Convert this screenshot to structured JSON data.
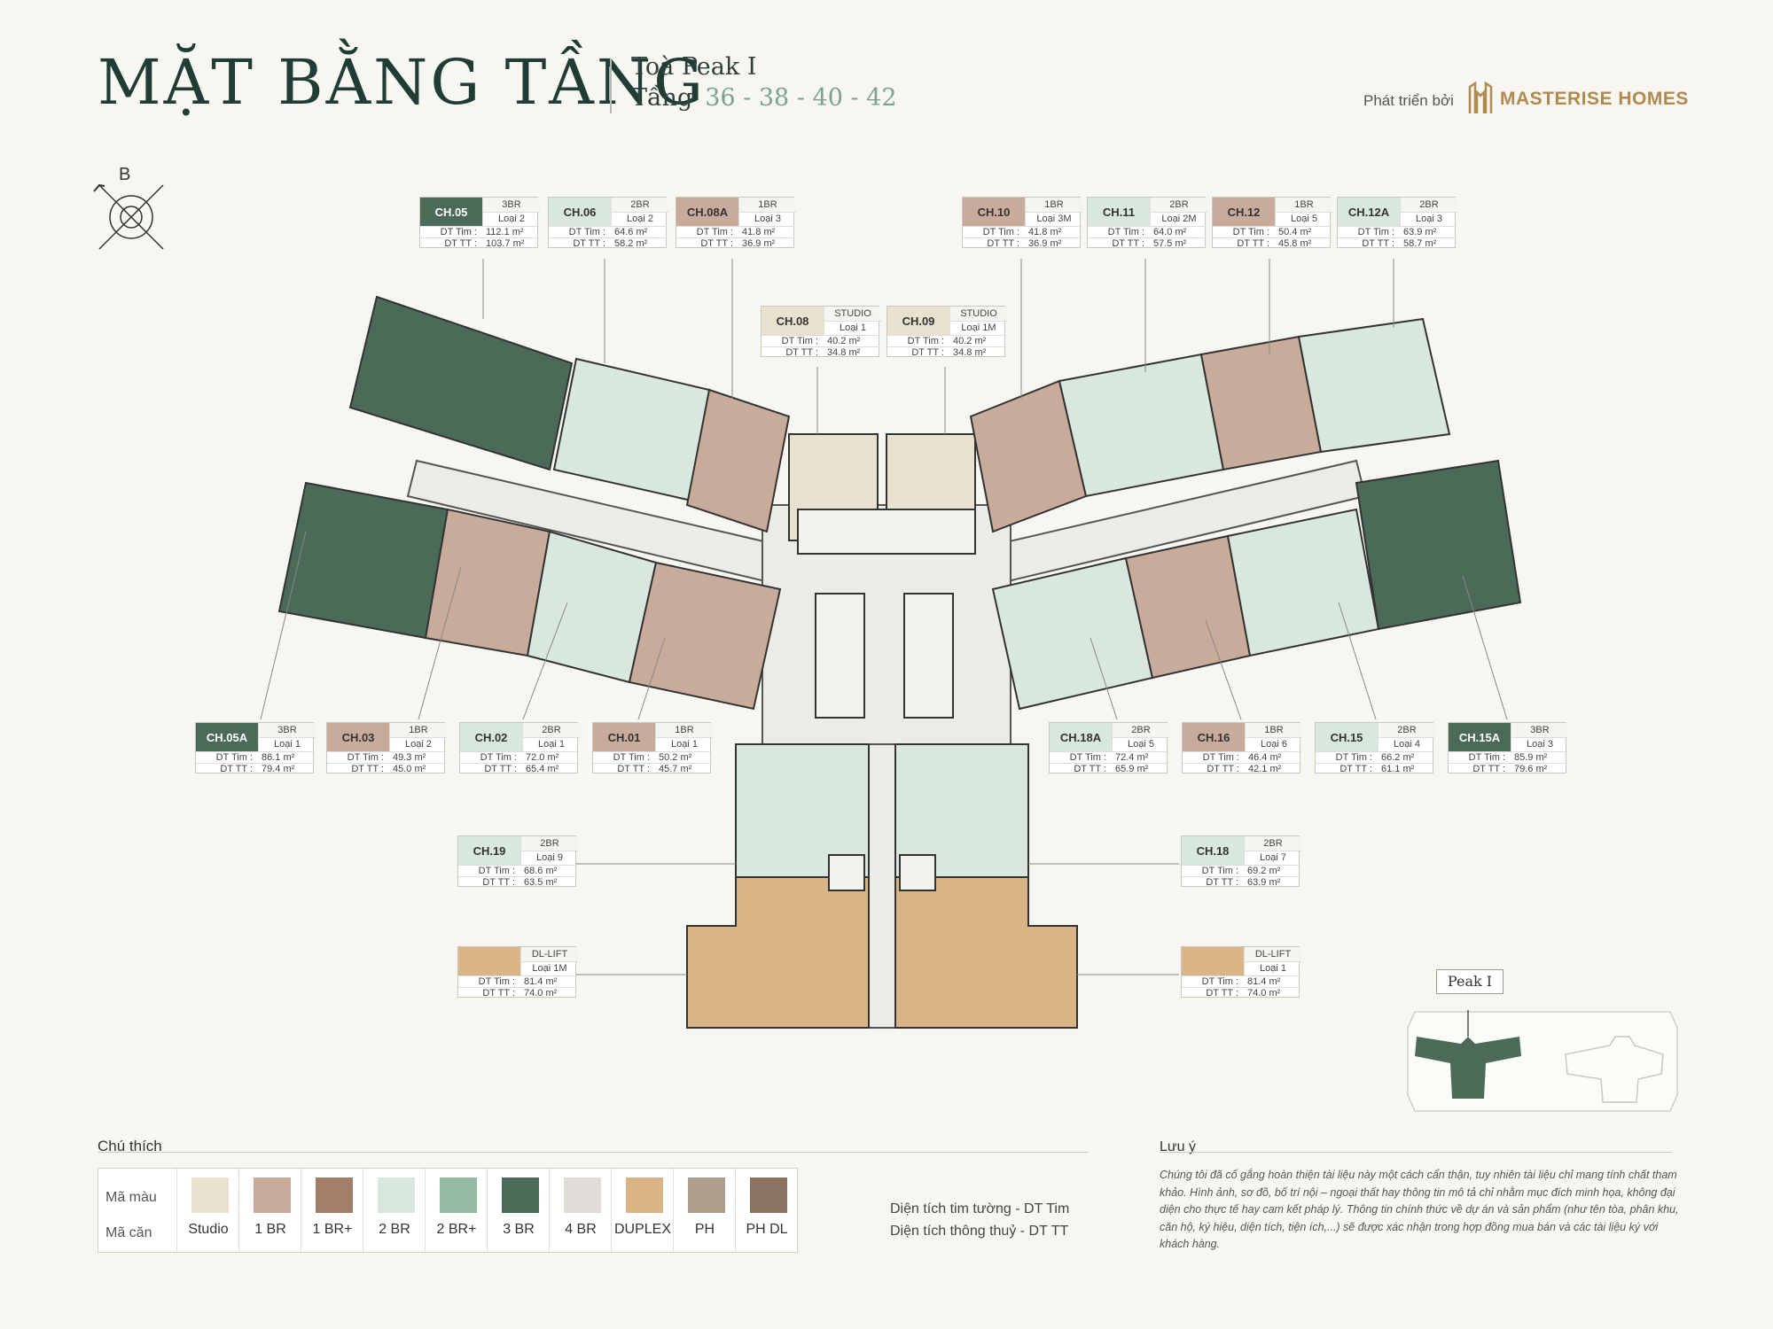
{
  "header": {
    "title": "MẶT BẰNG TẦNG",
    "tower": "Toà Peak I",
    "floor_label": "Tầng",
    "floors": "36 - 38 - 40 - 42",
    "developer_label": "Phát triển bởi",
    "brand_name": "MASTERISE HOMES"
  },
  "compass_label": "B",
  "labels": {
    "dt_tim": "DT Tim :",
    "dt_tt": "DT TT :"
  },
  "units": [
    {
      "code": "CH.05",
      "type": "3BR",
      "sub": "Loại 2",
      "tim": "112.1 m²",
      "tt": "103.7 m²",
      "color": "#4b6b58",
      "dark": true
    },
    {
      "code": "CH.06",
      "type": "2BR",
      "sub": "Loại 2",
      "tim": "64.6 m²",
      "tt": "58.2 m²",
      "color": "#d9e8de",
      "dark": false
    },
    {
      "code": "CH.08A",
      "type": "1BR",
      "sub": "Loại 3",
      "tim": "41.8 m²",
      "tt": "36.9 m²",
      "color": "#c9ab9b",
      "dark": false
    },
    {
      "code": "CH.10",
      "type": "1BR",
      "sub": "Loại 3M",
      "tim": "41.8 m²",
      "tt": "36.9 m²",
      "color": "#c9ab9b",
      "dark": false
    },
    {
      "code": "CH.11",
      "type": "2BR",
      "sub": "Loại 2M",
      "tim": "64.0 m²",
      "tt": "57.5 m²",
      "color": "#d9e8de",
      "dark": false
    },
    {
      "code": "CH.12",
      "type": "1BR",
      "sub": "Loại 5",
      "tim": "50.4 m²",
      "tt": "45.8 m²",
      "color": "#c9ab9b",
      "dark": false
    },
    {
      "code": "CH.12A",
      "type": "2BR",
      "sub": "Loại 3",
      "tim": "63.9 m²",
      "tt": "58.7 m²",
      "color": "#d9e8de",
      "dark": false
    },
    {
      "code": "CH.08",
      "type": "STUDIO",
      "sub": "Loại 1",
      "tim": "40.2 m²",
      "tt": "34.8 m²",
      "color": "#e9e1d0",
      "dark": false
    },
    {
      "code": "CH.09",
      "type": "STUDIO",
      "sub": "Loại 1M",
      "tim": "40.2 m²",
      "tt": "34.8 m²",
      "color": "#e9e1d0",
      "dark": false
    },
    {
      "code": "CH.05A",
      "type": "3BR",
      "sub": "Loại 1",
      "tim": "86.1 m²",
      "tt": "79.4 m²",
      "color": "#4b6b58",
      "dark": true
    },
    {
      "code": "CH.03",
      "type": "1BR",
      "sub": "Loại 2",
      "tim": "49.3 m²",
      "tt": "45.0 m²",
      "color": "#c9ab9b",
      "dark": false
    },
    {
      "code": "CH.02",
      "type": "2BR",
      "sub": "Loại 1",
      "tim": "72.0 m²",
      "tt": "65.4 m²",
      "color": "#d9e8de",
      "dark": false
    },
    {
      "code": "CH.01",
      "type": "1BR",
      "sub": "Loại 1",
      "tim": "50.2 m²",
      "tt": "45.7 m²",
      "color": "#c9ab9b",
      "dark": false
    },
    {
      "code": "CH.18A",
      "type": "2BR",
      "sub": "Loại 5",
      "tim": "72.4 m²",
      "tt": "65.9 m²",
      "color": "#d9e8de",
      "dark": false
    },
    {
      "code": "CH.16",
      "type": "1BR",
      "sub": "Loại 6",
      "tim": "46.4 m²",
      "tt": "42.1 m²",
      "color": "#c9ab9b",
      "dark": false
    },
    {
      "code": "CH.15",
      "type": "2BR",
      "sub": "Loại 4",
      "tim": "66.2 m²",
      "tt": "61.1 m²",
      "color": "#d9e8de",
      "dark": false
    },
    {
      "code": "CH.15A",
      "type": "3BR",
      "sub": "Loại 3",
      "tim": "85.9 m²",
      "tt": "79.6 m²",
      "color": "#4b6b58",
      "dark": true
    },
    {
      "code": "CH.19",
      "type": "2BR",
      "sub": "Loại 9",
      "tim": "68.6 m²",
      "tt": "63.5 m²",
      "color": "#d9e8de",
      "dark": false
    },
    {
      "code": "CH.18",
      "type": "2BR",
      "sub": "Loại 7",
      "tim": "69.2 m²",
      "tt": "63.9 m²",
      "color": "#d9e8de",
      "dark": false
    },
    {
      "code": "",
      "type": "DL-LIFT",
      "sub": "Loại 1M",
      "tim": "81.4 m²",
      "tt": "74.0 m²",
      "color": "#d8b486",
      "dark": false
    },
    {
      "code": "",
      "type": "DL-LIFT",
      "sub": "Loại 1",
      "tim": "81.4 m²",
      "tt": "74.0 m²",
      "color": "#d8b486",
      "dark": false
    }
  ],
  "legend": {
    "title": "Chú thích",
    "color_row_label": "Mã màu",
    "code_row_label": "Mã căn",
    "items": [
      {
        "name": "Studio",
        "color": "#e9e1d0"
      },
      {
        "name": "1 BR",
        "color": "#c9ab9b"
      },
      {
        "name": "1 BR+",
        "color": "#a27d68"
      },
      {
        "name": "2 BR",
        "color": "#d9e8de"
      },
      {
        "name": "2 BR+",
        "color": "#93bba4"
      },
      {
        "name": "3 BR",
        "color": "#4b6b58"
      },
      {
        "name": "4 BR",
        "color": "#e0ddd8"
      },
      {
        "name": "DUPLEX",
        "color": "#d8b486"
      },
      {
        "name": "PH",
        "color": "#ad9d8b"
      },
      {
        "name": "PH DL",
        "color": "#8a7461"
      }
    ]
  },
  "area_notes": {
    "line1": "Diện tích tim tường - DT Tim",
    "line2": "Diện tích thông thuỷ - DT TT"
  },
  "note": {
    "title": "Lưu ý",
    "text": "Chúng tôi đã cố gắng hoàn thiện tài liệu này một cách cẩn thận, tuy nhiên tài liệu chỉ mang tính chất tham khảo. Hình ảnh, sơ đồ, bố trí nội – ngoại thất hay thông tin mô tả chỉ nhằm mục đích minh họa, không đại diện cho thực tế hay cam kết pháp lý. Thông tin chính thức về dự án và sản phẩm (như tên tòa, phân khu, căn hộ, ký hiệu, diện tích, tiện ích,...) sẽ được xác nhận trong hợp đồng mua bán và các tài liệu ký với khách hàng."
  },
  "keyplan_label": "Peak I"
}
